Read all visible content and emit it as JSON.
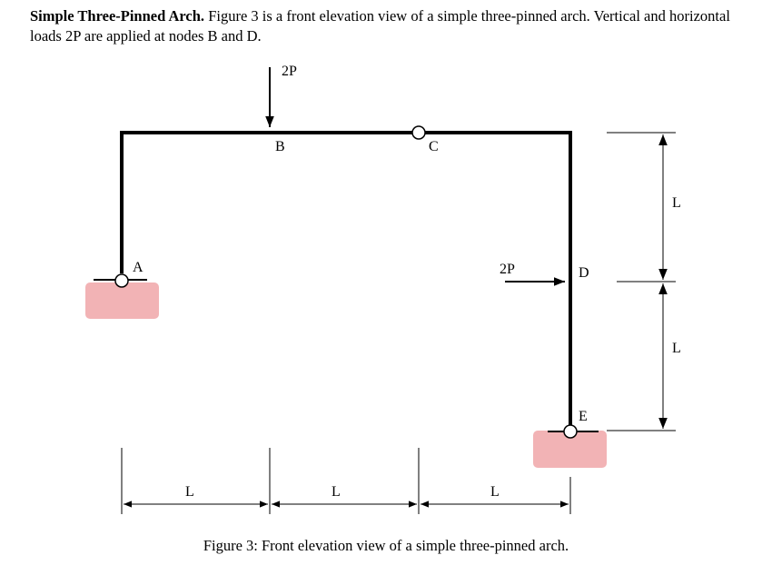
{
  "paragraph": {
    "heading": "Simple Three-Pinned Arch.",
    "body": " Figure 3 is a front elevation view of a simple three-pinned arch. Vertical and horizontal loads 2P are applied at nodes B and D."
  },
  "figure": {
    "nodes": {
      "A": "A",
      "B": "B",
      "C": "C",
      "D": "D",
      "E": "E"
    },
    "loads": {
      "vertical": "2P",
      "horizontal": "2P"
    },
    "dimensions": {
      "horizontal": [
        "L",
        "L",
        "L"
      ],
      "vertical": [
        "L",
        "L"
      ]
    },
    "colors": {
      "support": "#f2b3b5",
      "member": "#000000"
    }
  },
  "caption": "Figure 3: Front elevation view of a simple three-pinned arch."
}
